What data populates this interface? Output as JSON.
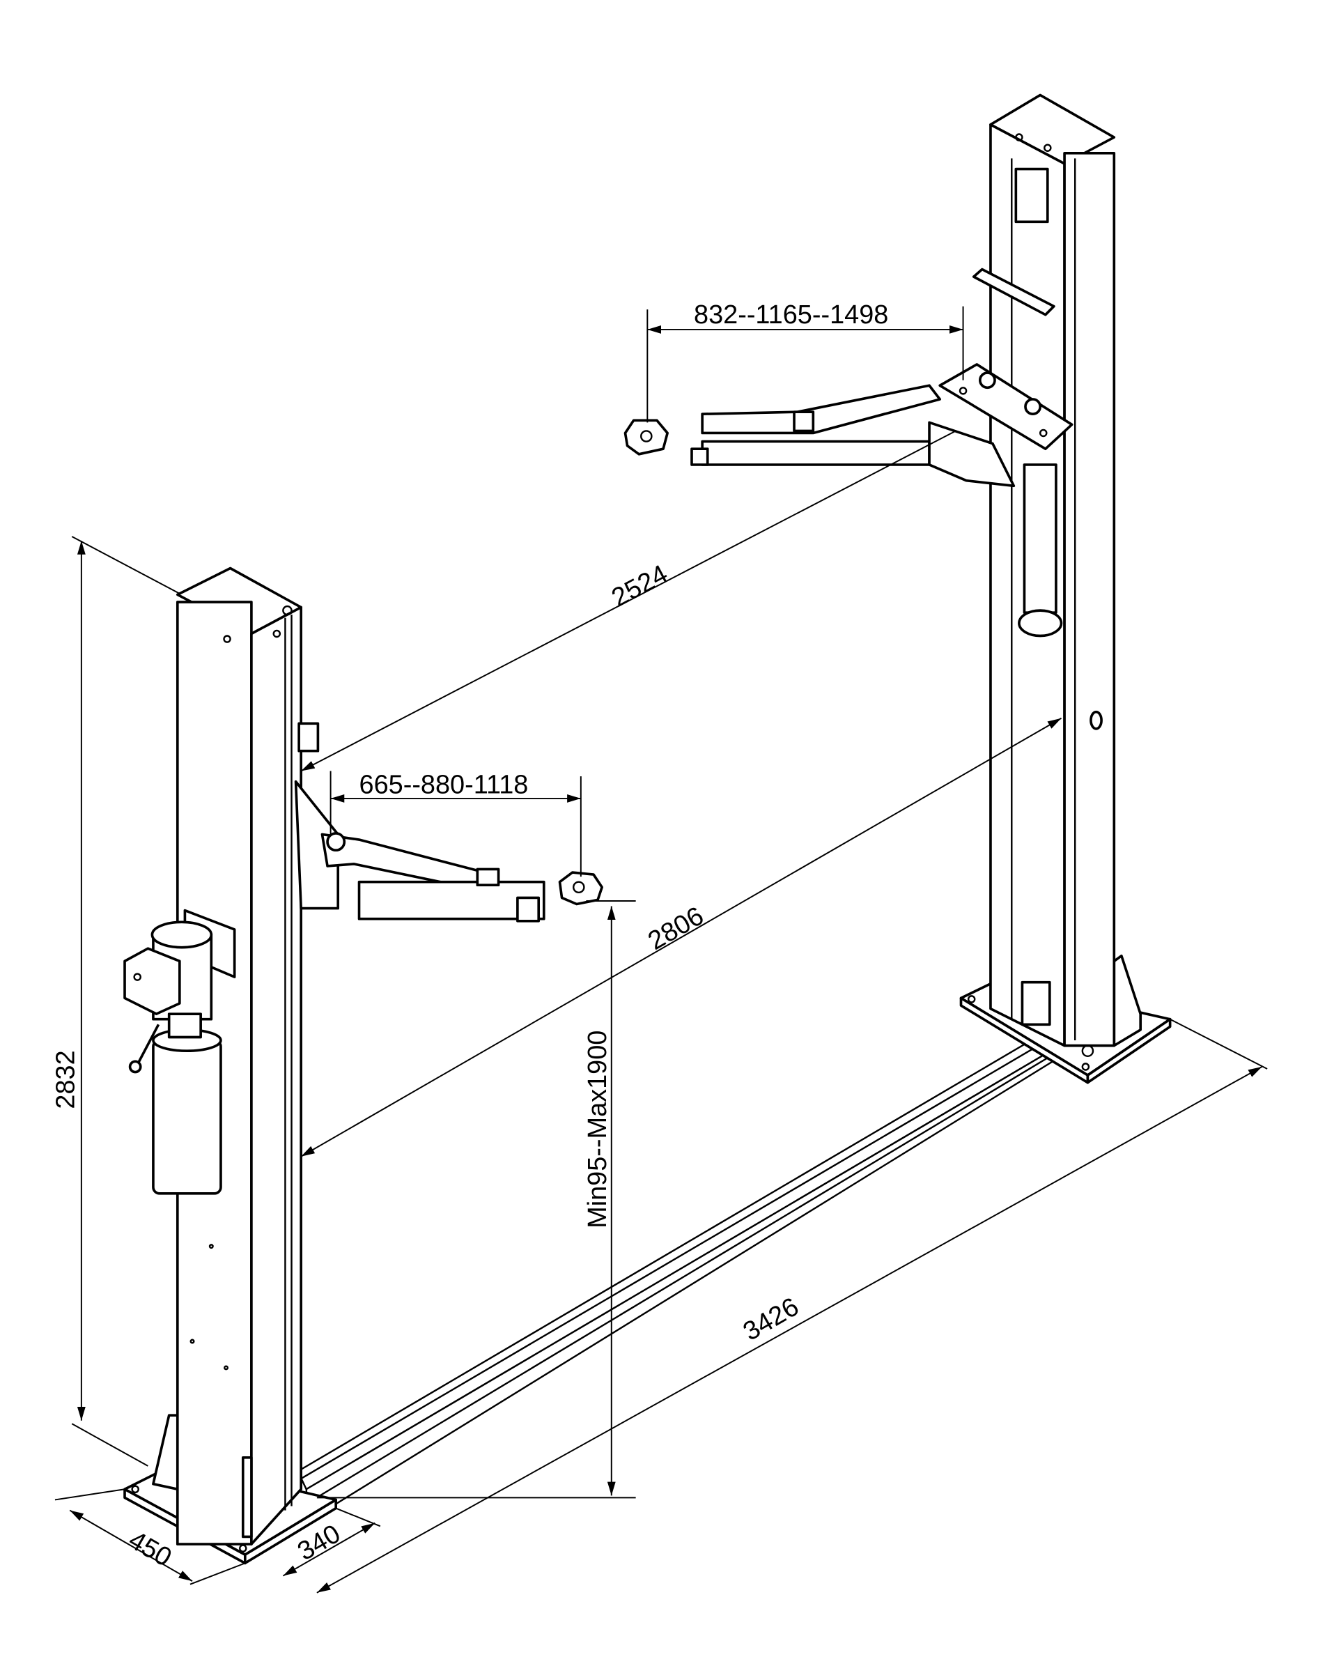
{
  "drawing": {
    "title": "Two-post lift dimension drawing",
    "dimensions": {
      "overall_height": "2832",
      "rear_arm_reach": "832--1165--1498",
      "front_arm_reach": "665--880-1118",
      "arm_span": "2524",
      "inner_width": "2806",
      "lift_height": "Min95--Max1900",
      "overall_width": "3426",
      "base_depth": "450",
      "post_width": "340"
    }
  }
}
